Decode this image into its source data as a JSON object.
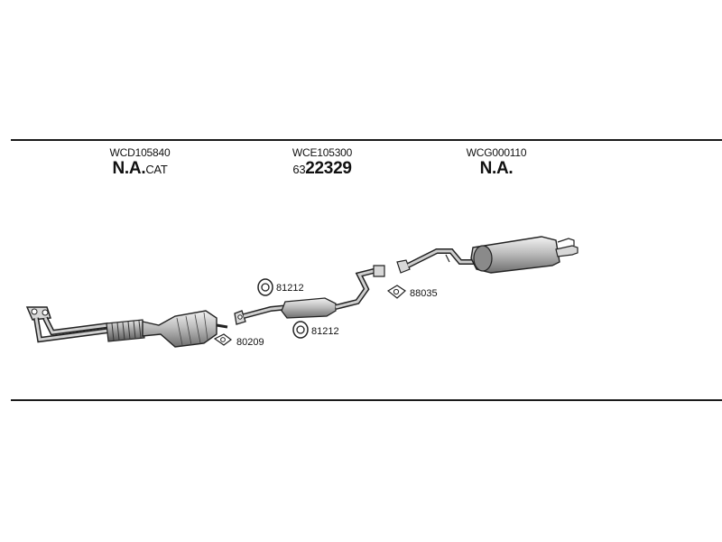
{
  "sections": [
    {
      "code": "WCD105840",
      "title_main": "N.A.",
      "title_suffix": "CAT"
    },
    {
      "code": "WCE105300",
      "title_prefix": "63",
      "title_main": "22329"
    },
    {
      "code": "WCG000110",
      "title_main": "N.A."
    }
  ],
  "part_labels": {
    "gasket_a": "81212",
    "gasket_b": "81212",
    "gasket_c": "80209",
    "gasket_d": "88035"
  }
}
